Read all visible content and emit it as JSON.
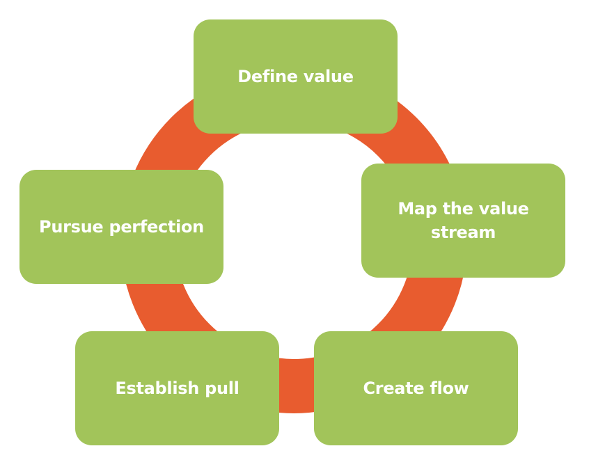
{
  "colors": {
    "ring": "#E85C2F",
    "box": "#A2C45A",
    "text": "#FFFFFF"
  },
  "steps": [
    {
      "label": "Define value"
    },
    {
      "label": "Map the value stream"
    },
    {
      "label": "Create flow"
    },
    {
      "label": "Establish pull"
    },
    {
      "label": "Pursue perfection"
    }
  ]
}
